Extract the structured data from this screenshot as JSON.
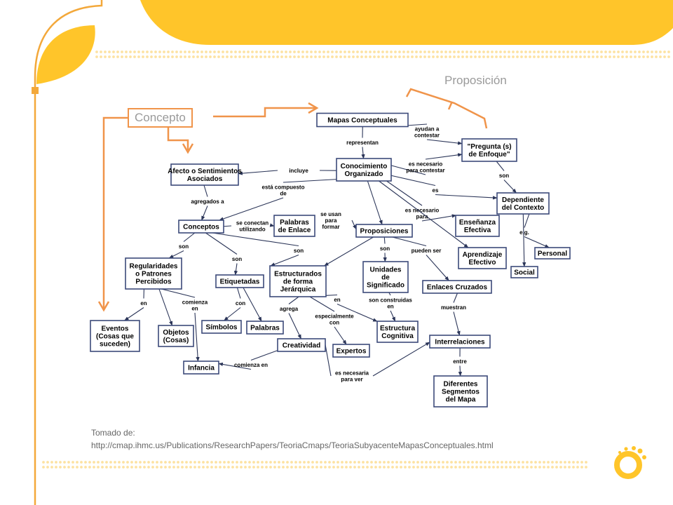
{
  "overlay": {
    "concepto_label": "Concepto",
    "proposicion_label": "Proposición",
    "accent_color": "#f0944a"
  },
  "theme": {
    "brand_yellow": "#ffc52a",
    "dot_color": "#fde2a2"
  },
  "credit": {
    "line1": "Tomado de:",
    "line2": "http://cmap.ihmc.us/Publications/ResearchPapers/TeoriaCmaps/TeoriaSubyacenteMapasConceptuales.html"
  },
  "concept_map": {
    "nodes": [
      {
        "id": "mapas",
        "lines": [
          "Mapas Conceptuales"
        ]
      },
      {
        "id": "pregunta",
        "lines": [
          "\"Pregunta (s)",
          "de Enfoque\""
        ]
      },
      {
        "id": "conocimiento",
        "lines": [
          "Conocimiento",
          "Organizado"
        ]
      },
      {
        "id": "afecto",
        "lines": [
          "Afecto o Sentimientos",
          "Asociados"
        ]
      },
      {
        "id": "dependiente",
        "lines": [
          "Dependiente",
          "del Contexto"
        ]
      },
      {
        "id": "palabras_enlace",
        "lines": [
          "Palabras",
          "de Enlace"
        ]
      },
      {
        "id": "conceptos",
        "lines": [
          "Conceptos"
        ]
      },
      {
        "id": "proposiciones",
        "lines": [
          "Proposiciones"
        ]
      },
      {
        "id": "ensenanza",
        "lines": [
          "Enseñanza",
          "Efectiva"
        ]
      },
      {
        "id": "aprendizaje",
        "lines": [
          "Aprendizaje",
          "Efectivo"
        ]
      },
      {
        "id": "personal",
        "lines": [
          "Personal"
        ]
      },
      {
        "id": "social",
        "lines": [
          "Social"
        ]
      },
      {
        "id": "regularidades",
        "lines": [
          "Regularidades",
          "o Patrones",
          "Percibidos"
        ]
      },
      {
        "id": "estructurados",
        "lines": [
          "Estructurados",
          "de forma",
          "Jerárquica"
        ]
      },
      {
        "id": "unidades",
        "lines": [
          "Unidades",
          "de",
          "Significado"
        ]
      },
      {
        "id": "etiquetadas",
        "lines": [
          "Etiquetadas"
        ]
      },
      {
        "id": "enlaces",
        "lines": [
          "Enlaces Cruzados"
        ]
      },
      {
        "id": "eventos",
        "lines": [
          "Eventos",
          "(Cosas que",
          "suceden)"
        ]
      },
      {
        "id": "objetos",
        "lines": [
          "Objetos",
          "(Cosas)"
        ]
      },
      {
        "id": "simbolos",
        "lines": [
          "Símbolos"
        ]
      },
      {
        "id": "palabras",
        "lines": [
          "Palabras"
        ]
      },
      {
        "id": "estructura",
        "lines": [
          "Estructura",
          "Cognitiva"
        ]
      },
      {
        "id": "interrelaciones",
        "lines": [
          "Interrelaciones"
        ]
      },
      {
        "id": "creatividad",
        "lines": [
          "Creatividad"
        ]
      },
      {
        "id": "expertos",
        "lines": [
          "Expertos"
        ]
      },
      {
        "id": "infancia",
        "lines": [
          "Infancia"
        ]
      },
      {
        "id": "diferentes",
        "lines": [
          "Diferentes",
          "Segmentos",
          "del Mapa"
        ]
      }
    ],
    "edges": [
      {
        "from": "mapas",
        "to": "conocimiento",
        "label": [
          "representan"
        ]
      },
      {
        "from": "mapas",
        "to": "pregunta",
        "label": [
          "ayudan a",
          "contestar"
        ]
      },
      {
        "from": "conocimiento",
        "to": "pregunta",
        "label": [
          "es necesario",
          "para contestar"
        ]
      },
      {
        "from": "conocimiento",
        "to": "afecto",
        "label": [
          "incluye"
        ]
      },
      {
        "from": "conocimiento",
        "to": "dependiente",
        "label": [
          "es"
        ]
      },
      {
        "from": "conocimiento",
        "to": "ensenanza",
        "label": [
          "es necesario",
          "para"
        ]
      },
      {
        "from": "conocimiento",
        "to": "aprendizaje",
        "label": []
      },
      {
        "from": "conocimiento",
        "to": "conceptos",
        "label": [
          "está compuesto",
          "de"
        ]
      },
      {
        "from": "conocimiento",
        "to": "proposiciones",
        "label": []
      },
      {
        "from": "pregunta",
        "to": "dependiente",
        "label": [
          "son"
        ]
      },
      {
        "from": "dependiente",
        "to": "personal",
        "label": [
          "e.g."
        ]
      },
      {
        "from": "dependiente",
        "to": "social",
        "label": []
      },
      {
        "from": "afecto",
        "to": "conceptos",
        "label": [
          "agregados a"
        ]
      },
      {
        "from": "conceptos",
        "to": "palabras_enlace",
        "label": [
          "se conectan",
          "utilizando"
        ]
      },
      {
        "from": "palabras_enlace",
        "to": "proposiciones",
        "label": [
          "se usan",
          "para",
          "formar"
        ]
      },
      {
        "from": "conceptos",
        "to": "regularidades",
        "label": [
          "son"
        ]
      },
      {
        "from": "conceptos",
        "to": "etiquetadas",
        "label": [
          "son"
        ]
      },
      {
        "from": "conceptos",
        "to": "estructurados",
        "label": [
          "son"
        ]
      },
      {
        "from": "proposiciones",
        "to": "estructurados",
        "label": []
      },
      {
        "from": "proposiciones",
        "to": "unidades",
        "label": [
          "son"
        ]
      },
      {
        "from": "proposiciones",
        "to": "enlaces",
        "label": [
          "pueden ser"
        ]
      },
      {
        "from": "regularidades",
        "to": "eventos",
        "label": [
          "en"
        ]
      },
      {
        "from": "regularidades",
        "to": "objetos",
        "label": []
      },
      {
        "from": "regularidades",
        "to": "infancia",
        "label": [
          "comienza",
          "en"
        ]
      },
      {
        "from": "etiquetadas",
        "to": "simbolos",
        "label": [
          "con"
        ]
      },
      {
        "from": "etiquetadas",
        "to": "palabras",
        "label": []
      },
      {
        "from": "estructurados",
        "to": "creatividad",
        "label": [
          "agrega"
        ]
      },
      {
        "from": "estructurados",
        "to": "expertos",
        "label": [
          "especialmente",
          "con"
        ]
      },
      {
        "from": "estructurados",
        "to": "estructura",
        "label": [
          "en"
        ]
      },
      {
        "from": "unidades",
        "to": "estructura",
        "label": [
          "son construidas",
          "en"
        ]
      },
      {
        "from": "enlaces",
        "to": "interrelaciones",
        "label": [
          "muestran"
        ]
      },
      {
        "from": "creatividad",
        "to": "infancia",
        "label": [
          "comienza en"
        ]
      },
      {
        "from": "creatividad",
        "to": "interrelaciones",
        "label": [
          "es necesaria",
          "para ver"
        ]
      },
      {
        "from": "interrelaciones",
        "to": "diferentes",
        "label": [
          "entre"
        ]
      }
    ]
  }
}
